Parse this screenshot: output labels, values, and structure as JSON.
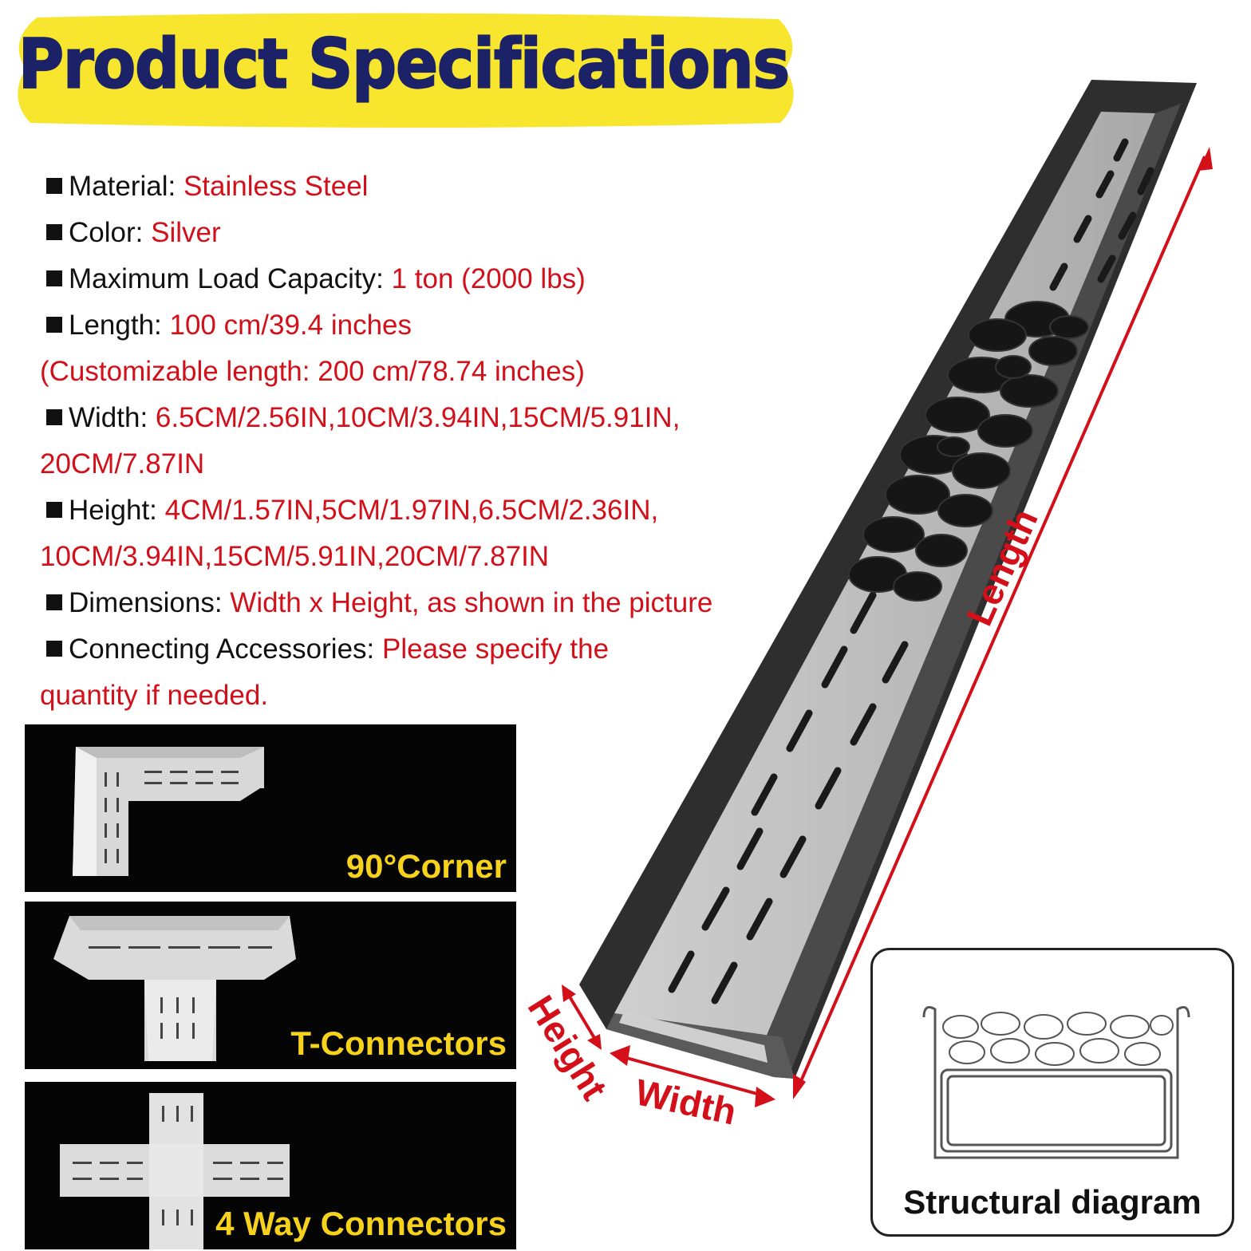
{
  "title": "Product Specifications",
  "colors": {
    "banner_yellow": "#f8e62e",
    "title_navy": "#1c2268",
    "value_red": "#d3101a",
    "label_yellow": "#f6d21c"
  },
  "specs": [
    {
      "label": "Material: ",
      "value": "Stainless Steel"
    },
    {
      "label": "Color: ",
      "value": "Silver"
    },
    {
      "label": "Maximum Load Capacity: ",
      "value": "1 ton (2000 lbs)"
    },
    {
      "label": "Length: ",
      "value": "100 cm/39.4 inches",
      "cont": [
        "(Customizable length: 200 cm/78.74 inches)"
      ]
    },
    {
      "label": "Width: ",
      "value": "6.5CM/2.56IN,10CM/3.94IN,15CM/5.91IN,",
      "cont": [
        "20CM/7.87IN"
      ]
    },
    {
      "label": "Height: ",
      "value": "4CM/1.57IN,5CM/1.97IN,6.5CM/2.36IN,",
      "cont": [
        "10CM/3.94IN,15CM/5.91IN,20CM/7.87IN"
      ]
    },
    {
      "label": "Dimensions: ",
      "value": "Width x Height, as shown in the picture"
    },
    {
      "label": "Connecting Accessories: ",
      "value": "Please specify the",
      "cont": [
        "quantity if needed."
      ]
    }
  ],
  "accessories": [
    {
      "label": "90°Corner",
      "icon": "corner-connector-icon"
    },
    {
      "label": "T-Connectors",
      "icon": "t-connector-icon"
    },
    {
      "label": "4 Way Connectors",
      "icon": "four-way-connector-icon"
    }
  ],
  "dimensions": {
    "length": "Length",
    "width": "Width",
    "height": "Height"
  },
  "structural_diagram": {
    "label": "Structural diagram"
  }
}
